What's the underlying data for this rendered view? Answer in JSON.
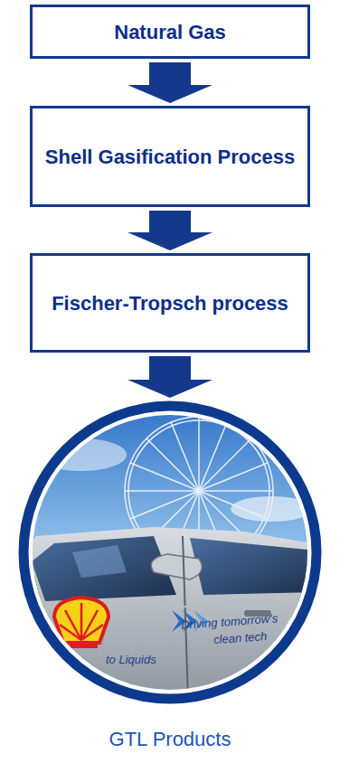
{
  "diagram": {
    "nodes": [
      {
        "text": [
          "Natural Gas"
        ]
      },
      {
        "text": [
          "Shell Gasification Process"
        ]
      },
      {
        "text": [
          "Fischer-Tropsch process"
        ]
      },
      {
        "text": [
          "GTL Products"
        ]
      }
    ],
    "edges": [
      {
        "from": 0,
        "to": 1,
        "arrow": "to"
      },
      {
        "from": 1,
        "to": 2,
        "arrow": "to"
      },
      {
        "from": 2,
        "to": 3,
        "arrow": "to"
      }
    ],
    "labels": [
      "Driving tomorrow's",
      "clean tech",
      "to Liquids"
    ]
  }
}
